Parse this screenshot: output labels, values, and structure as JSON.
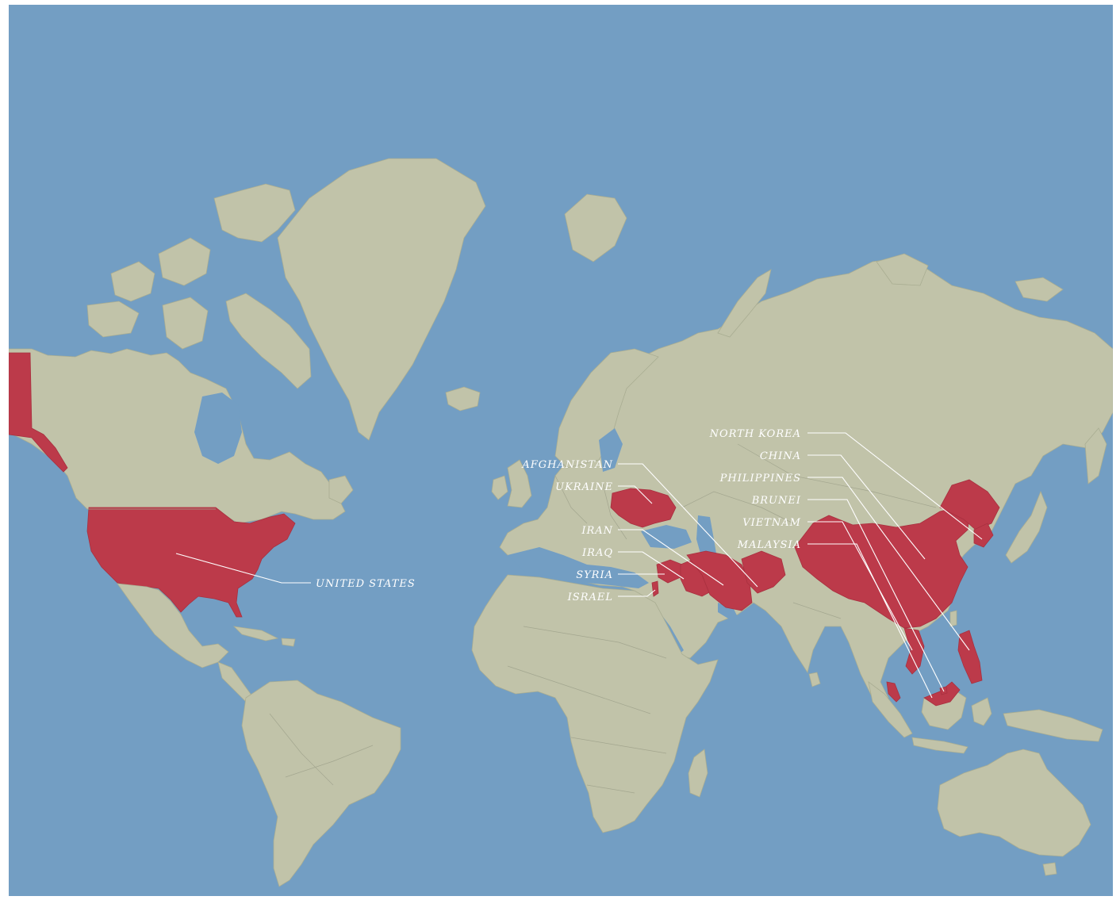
{
  "map": {
    "colors": {
      "ocean": "#739ec3",
      "land": "#c1c3a9",
      "highlight": "#bc3a4a",
      "label": "#ffffff"
    },
    "labels": {
      "united_states": "UNITED STATES",
      "afghanistan": "AFGHANISTAN",
      "ukraine": "UKRAINE",
      "iran": "IRAN",
      "iraq": "IRAQ",
      "syria": "SYRIA",
      "israel": "ISRAEL",
      "north_korea": "NORTH KOREA",
      "china": "CHINA",
      "philippines": "PHILIPPINES",
      "brunei": "BRUNEI",
      "vietnam": "VIETNAM",
      "malaysia": "MALAYSIA"
    },
    "highlighted_countries": [
      "UNITED STATES",
      "AFGHANISTAN",
      "UKRAINE",
      "IRAN",
      "IRAQ",
      "SYRIA",
      "ISRAEL",
      "NORTH KOREA",
      "CHINA",
      "PHILIPPINES",
      "BRUNEI",
      "VIETNAM",
      "MALAYSIA"
    ]
  }
}
